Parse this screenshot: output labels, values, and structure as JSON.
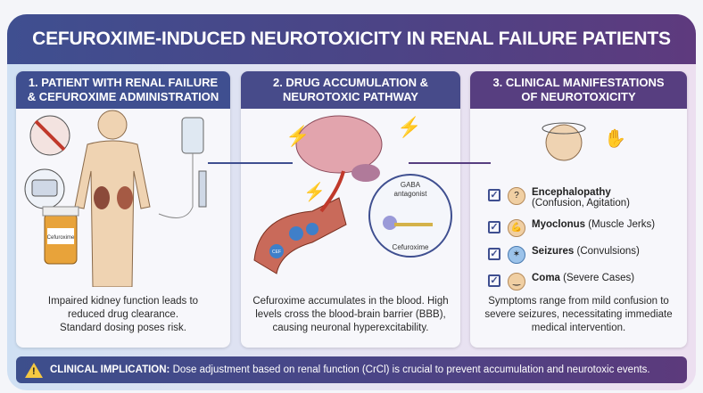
{
  "title": "CEFUROXIME-INDUCED NEUROTOXICITY IN RENAL FAILURE PATIENTS",
  "panels": [
    {
      "heading_line1": "1. PATIENT WITH RENAL FAILURE",
      "heading_line2": "& CEFUROXIME ADMINISTRATION",
      "bottle_label": "Cefuroxime",
      "caption": [
        "Impaired kidney function leads to",
        "reduced drug clearance.",
        "Standard dosing poses risk."
      ]
    },
    {
      "heading_line1": "2. DRUG ACCUMULATION &",
      "heading_line2": "NEUROTOXIC PATHWAY",
      "molecule_label": "CEF",
      "inset_top": "GABA",
      "inset_top2": "antagonist",
      "inset_bottom": "Cefuroxime",
      "caption": [
        "Cefuroxime accumulates in the blood. High",
        "levels cross the blood-brain barrier (BBB),",
        "causing neuronal hyperexcitability."
      ]
    },
    {
      "heading_line1": "3. CLINICAL MANIFESTATIONS",
      "heading_line2": "OF NEUROTOXICITY",
      "symptoms": [
        {
          "name": "Encephalopathy",
          "detail": "(Confusion, Agitation)",
          "icon": "confused-face-icon"
        },
        {
          "name": "Myoclonus",
          "detail": "(Muscle Jerks)",
          "icon": "flexed-arm-icon"
        },
        {
          "name": "Seizures",
          "detail": "(Convulsions)",
          "icon": "convulsing-figure-icon"
        },
        {
          "name": "Coma",
          "detail": "(Severe Cases)",
          "icon": "sleeping-face-icon"
        }
      ],
      "caption": [
        "Symptoms range from mild confusion to",
        "severe seizures, necessitating immediate",
        "medical intervention."
      ]
    }
  ],
  "banner": {
    "label": "CLINICAL IMPLICATION:",
    "text": "Dose adjustment based on renal function (CrCl) is crucial to prevent accumulation and neurotoxic events."
  },
  "colors": {
    "navy": "#3f4f90",
    "purple": "#5e3a7e",
    "warning": "#f5c842"
  }
}
